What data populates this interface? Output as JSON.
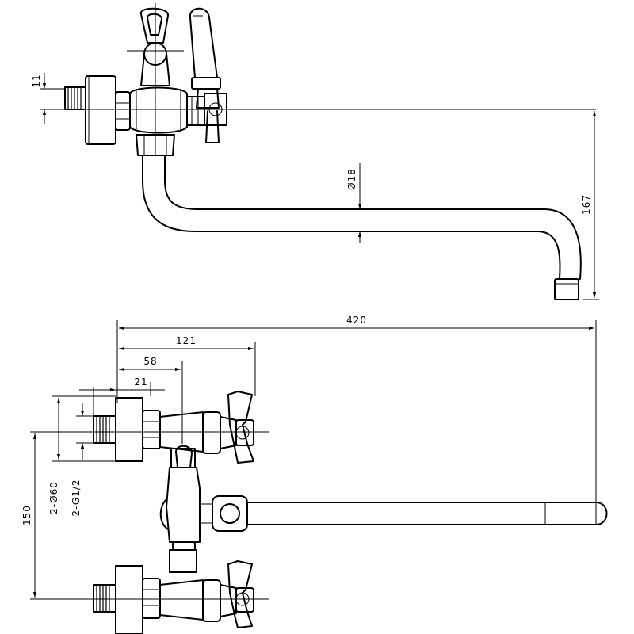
{
  "dimensions": {
    "overall_length": "420",
    "length_121": "121",
    "length_58": "58",
    "length_21": "21",
    "spout_height": "167",
    "spout_diameter": "Ø18",
    "thread_offset": "11",
    "centre_distance": "150",
    "flange_diameter": "2-Ø60",
    "thread_size": "2-G1/2"
  }
}
